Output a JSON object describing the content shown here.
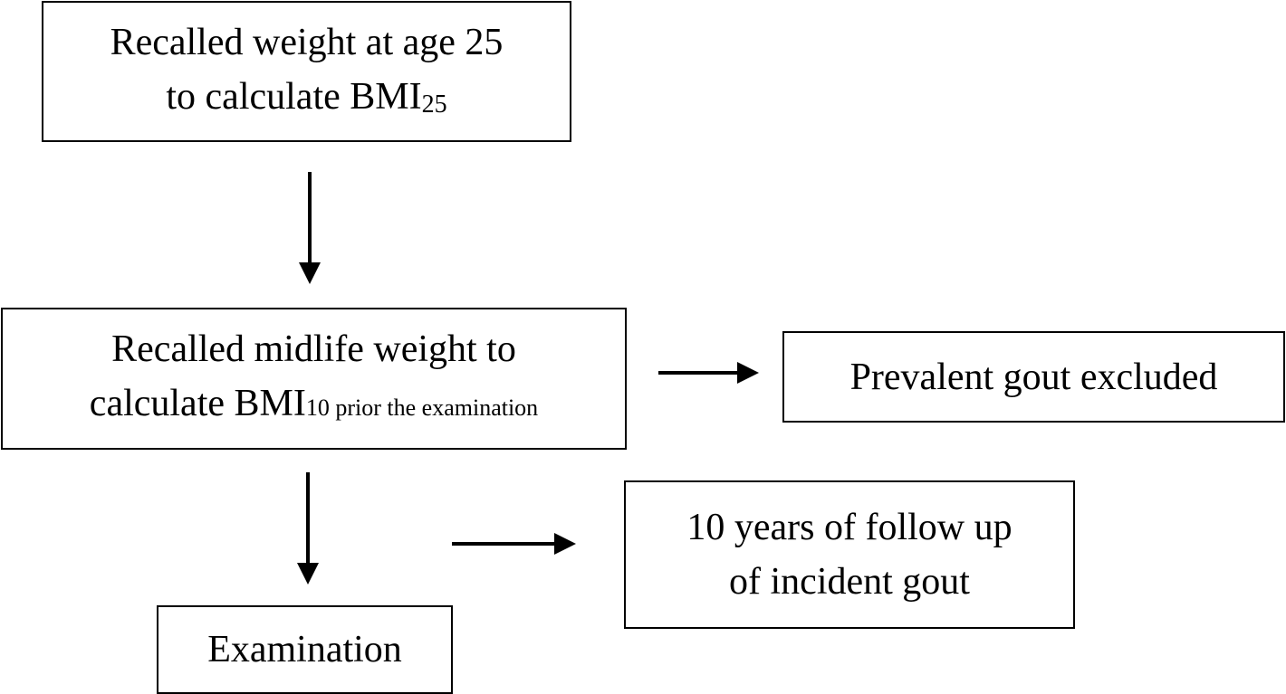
{
  "nodes": {
    "recalled_25": {
      "line1": "Recalled weight at age 25",
      "line2_main": "to calculate BMI",
      "line2_sub": "25"
    },
    "recalled_midlife": {
      "line1": "Recalled midlife weight to",
      "line2_main": "calculate BMI",
      "line2_sub": "10 prior the examination"
    },
    "prevalent_gout": {
      "label": "Prevalent gout excluded"
    },
    "follow_up": {
      "line1": "10 years of follow up",
      "line2": "of incident gout"
    },
    "examination": {
      "label": "Examination"
    }
  },
  "colors": {
    "stroke": "#000000",
    "background": "#ffffff"
  }
}
